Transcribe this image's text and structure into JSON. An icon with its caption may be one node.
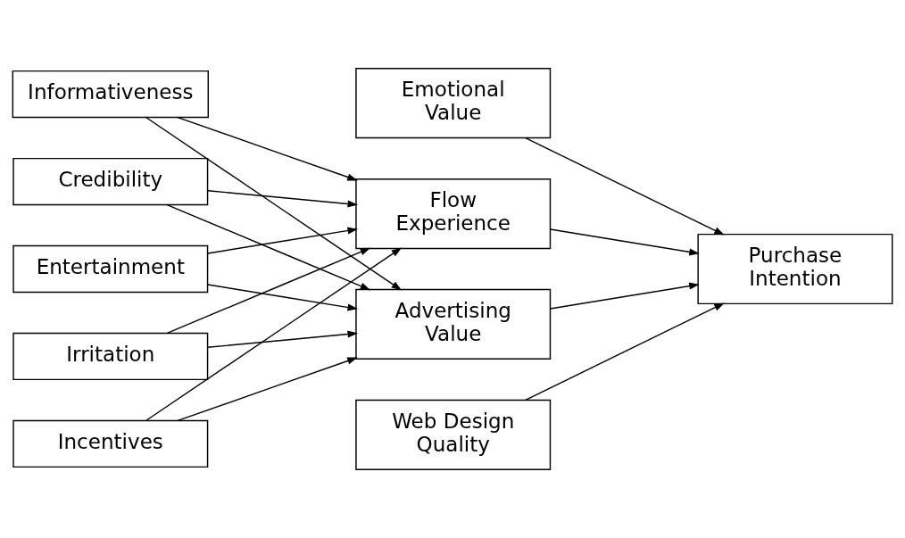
{
  "diagram": {
    "nodes": [
      {
        "text": [
          "Informativeness"
        ]
      },
      {
        "text": [
          "Credibility"
        ]
      },
      {
        "text": [
          "Entertainment"
        ]
      },
      {
        "text": [
          "Irritation"
        ]
      },
      {
        "text": [
          "Incentives"
        ]
      },
      {
        "text": [
          "Emotional Value"
        ]
      },
      {
        "text": [
          "Flow Experience"
        ]
      },
      {
        "text": [
          "Advertising Value"
        ]
      },
      {
        "text": [
          "Web Design Quality"
        ]
      },
      {
        "text": [
          "Purchase Intention"
        ]
      }
    ],
    "edges": [
      {
        "from": 0,
        "to": 6,
        "arrow": "to"
      },
      {
        "from": 1,
        "to": 6,
        "arrow": "to"
      },
      {
        "from": 2,
        "to": 6,
        "arrow": "to"
      },
      {
        "from": 3,
        "to": 6,
        "arrow": "to"
      },
      {
        "from": 4,
        "to": 6,
        "arrow": "to"
      },
      {
        "from": 0,
        "to": 7,
        "arrow": "to"
      },
      {
        "from": 1,
        "to": 7,
        "arrow": "to"
      },
      {
        "from": 2,
        "to": 7,
        "arrow": "to"
      },
      {
        "from": 3,
        "to": 7,
        "arrow": "to"
      },
      {
        "from": 4,
        "to": 7,
        "arrow": "to"
      },
      {
        "from": 5,
        "to": 9,
        "arrow": "to"
      },
      {
        "from": 6,
        "to": 9,
        "arrow": "to"
      },
      {
        "from": 7,
        "to": 9,
        "arrow": "to"
      },
      {
        "from": 8,
        "to": 9,
        "arrow": "to"
      }
    ]
  }
}
